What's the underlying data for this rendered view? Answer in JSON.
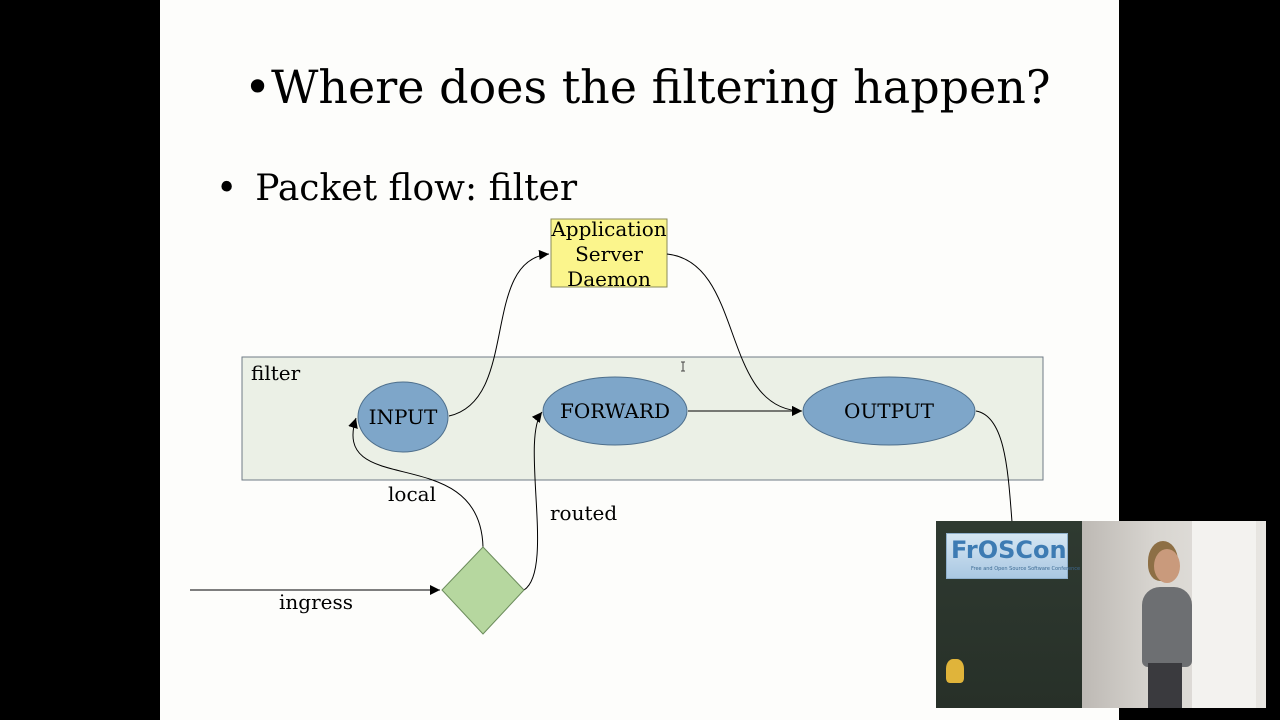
{
  "slide": {
    "title": "•Where does the filtering happen?",
    "bullet_marker": "•",
    "bullet_text": "Packet flow: filter"
  },
  "diagram": {
    "group_label": "filter",
    "application_box": [
      "Application",
      "Server",
      "Daemon"
    ],
    "nodes": {
      "input": "INPUT",
      "forward": "FORWARD",
      "output": "OUTPUT"
    },
    "edge_labels": {
      "local": "local",
      "routed": "routed",
      "ingress": "ingress"
    },
    "colors": {
      "node_fill": "#7ea6c9",
      "group_fill": "#ebf0e6",
      "app_fill": "#fbf58c",
      "decision_fill": "#b6d79f"
    }
  },
  "webcam": {
    "logo_text": "FrOSCon",
    "logo_subtitle": "Free and Open Source Software Conference"
  }
}
